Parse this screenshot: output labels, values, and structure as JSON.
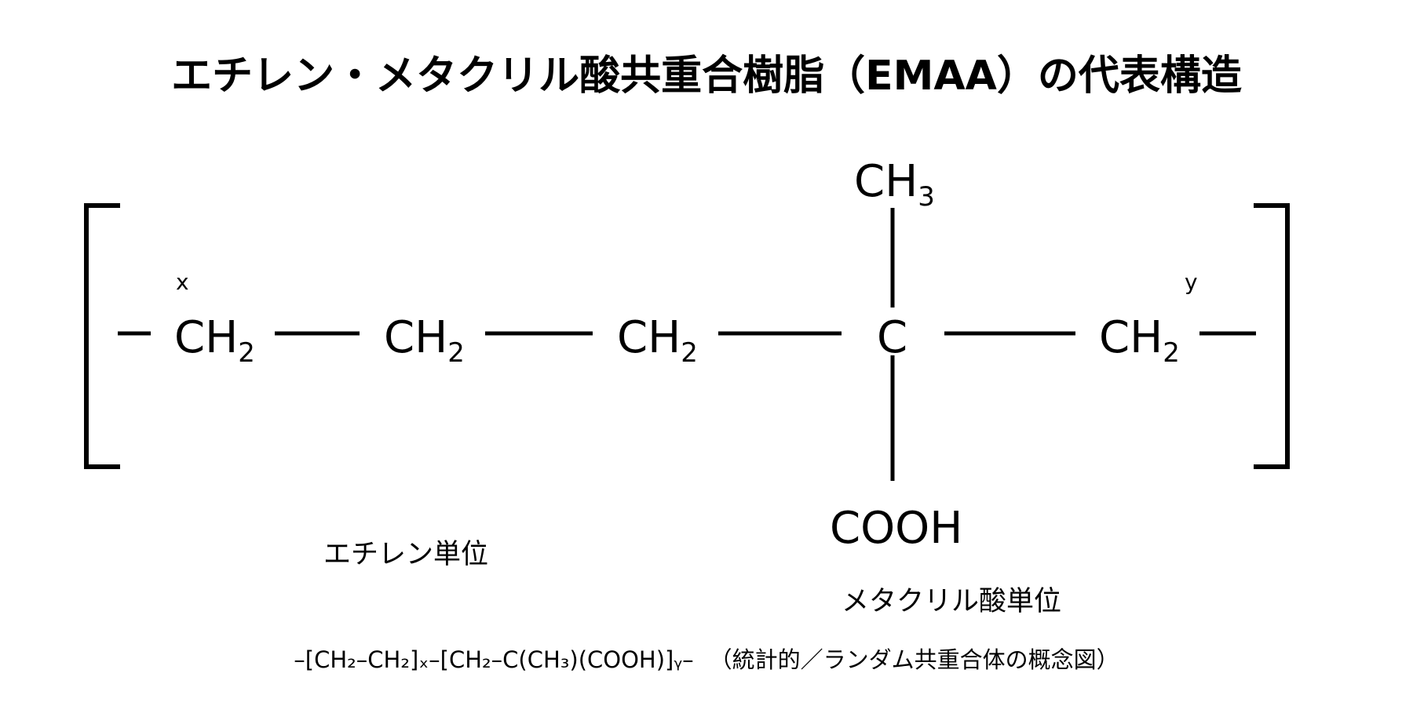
{
  "title": "エチレン・メタクリル酸共重合樹脂（EMAA）の代表構造",
  "structure": {
    "atoms": [
      {
        "base": "CH",
        "sub": "2"
      },
      {
        "base": "CH",
        "sub": "2"
      },
      {
        "base": "CH",
        "sub": "2"
      },
      {
        "base": "C",
        "sub": ""
      },
      {
        "base": "CH",
        "sub": "2"
      }
    ],
    "methyl": {
      "base": "CH",
      "sub": "3"
    },
    "carboxyl": "COOH",
    "index_x": "x",
    "index_y": "y"
  },
  "labels": {
    "ethylene_unit": "エチレン単位",
    "methacrylic_unit": "メタクリル酸単位"
  },
  "formula": {
    "text": "–[CH₂–CH₂]ₓ–[CH₂–C(CH₃)(COOH)]ᵧ–",
    "note": "（統計的／ランダム共重合体の概念図）"
  }
}
